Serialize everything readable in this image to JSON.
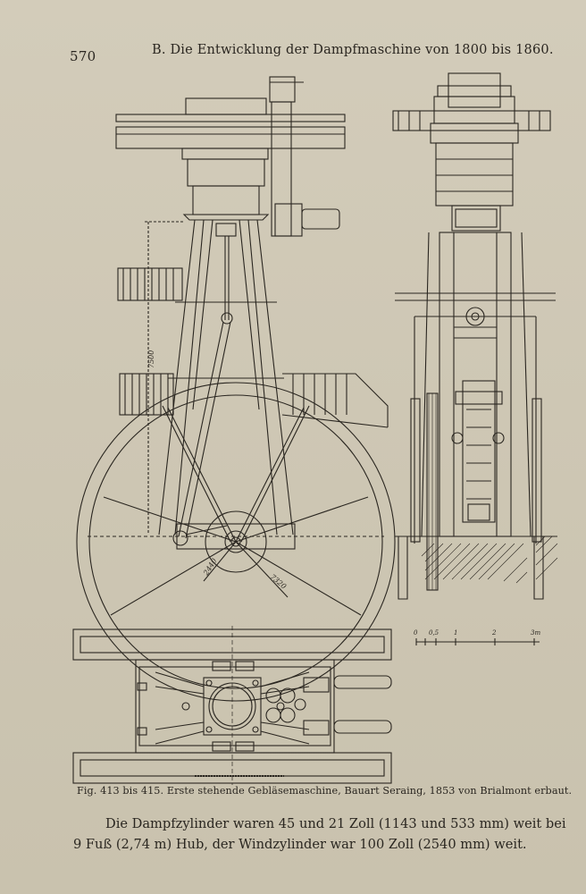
{
  "header": {
    "page_number": "570",
    "running_head": "B. Die Entwicklung der Dampfmaschine von 1800 bis 1860."
  },
  "figure": {
    "dimension_labels": {
      "height_left": "7500",
      "crank_radius": "2440",
      "wheel_diameter": "7320"
    },
    "scale_labels": [
      "0",
      "0,5",
      "1",
      "2",
      "3m"
    ]
  },
  "caption": "Fig. 413 bis 415. Erste stehende Gebläsemaschine, Bauart Seraing, 1853 von Brialmont erbaut.",
  "body": {
    "line1": "Die Dampfzylinder waren 45 und 21 Zoll (1143 und 533 mm) weit bei",
    "line2": "9 Fuß (2,74 m) Hub, der Windzylinder war 100 Zoll (2540 mm) weit."
  }
}
